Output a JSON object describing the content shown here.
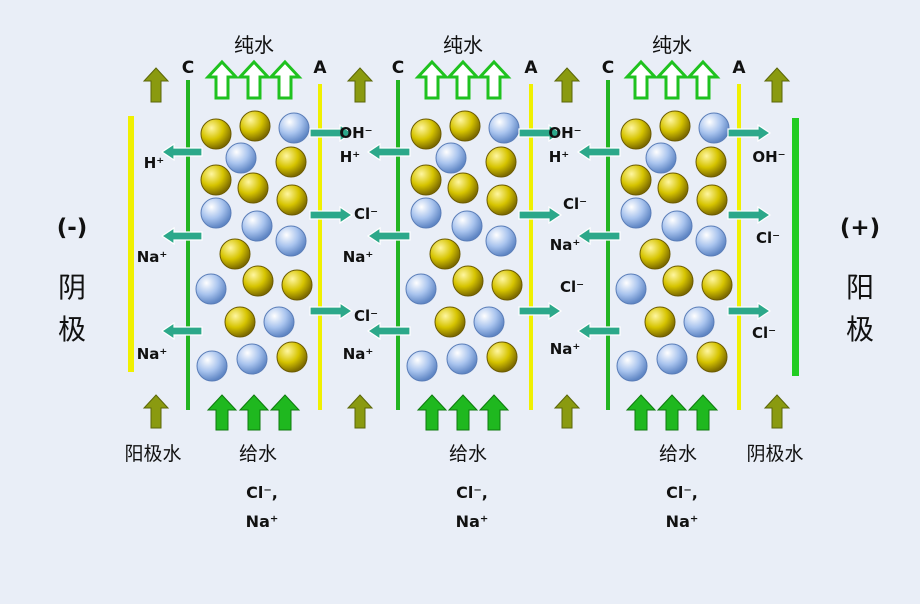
{
  "colors": {
    "background": "#e9eef7",
    "membrane_c": "#22b422",
    "membrane_a": "#f0f000",
    "cathode_electrode": "#f0f000",
    "anode_electrode": "#22cc22",
    "resin_yellow": "#d6c400",
    "resin_blue": "#a9c4ee",
    "arrow_teal": "#2ca88a",
    "arrow_green": "#1fc21f",
    "arrow_olive": "#8a9a10"
  },
  "electrodes": {
    "cathode": {
      "sign": "(-)",
      "name_chars": [
        "阴",
        "极"
      ]
    },
    "anode": {
      "sign": "(+)",
      "name_chars": [
        "阳",
        "极"
      ]
    }
  },
  "membrane_labels": {
    "c": "C",
    "a": "A"
  },
  "product_water": "纯水",
  "feed_water": "给水",
  "feed_ions": [
    "Cl⁻,",
    "Na⁺"
  ],
  "electrode_water": {
    "cathode_side": "阳极水",
    "anode_side": "阴极水"
  },
  "ion_labels": {
    "hydroxide": "OH⁻",
    "hydrogen": "H⁺",
    "chloride": "Cl⁻",
    "sodium": "Na⁺",
    "minus_sign": "-"
  },
  "icons": {
    "arrow_left": "arrow-left-icon",
    "arrow_right": "arrow-right-icon",
    "arrow_up_outline": "arrow-up-outline-icon",
    "arrow_up_filled": "arrow-up-filled-icon"
  }
}
